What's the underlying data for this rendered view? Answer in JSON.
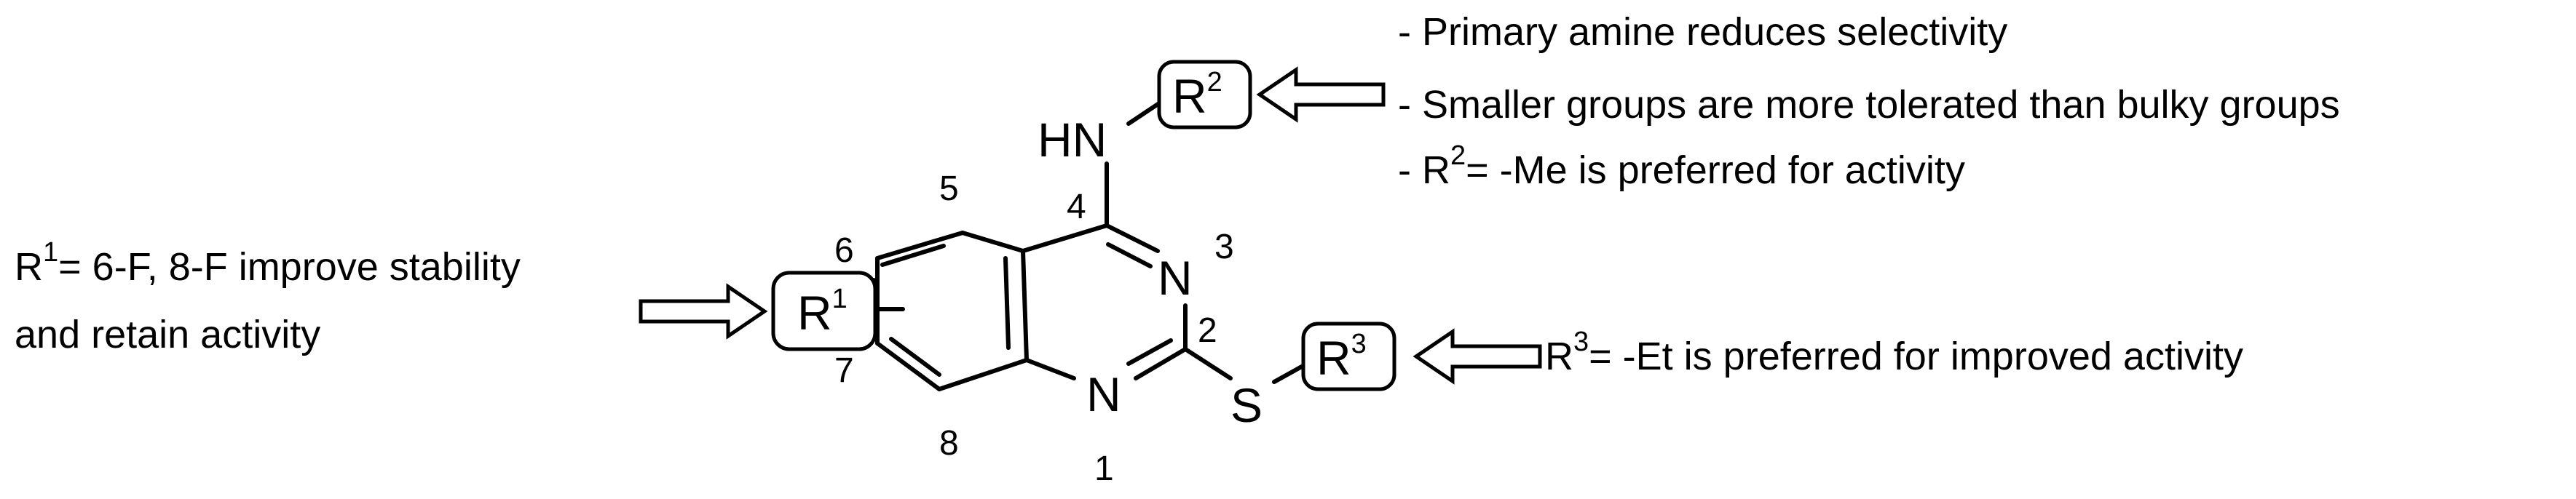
{
  "molecule": {
    "atoms": {
      "hn": "HN",
      "n3": "N",
      "n1": "N",
      "s": "S"
    },
    "positions": {
      "p1": "1",
      "p2": "2",
      "p3": "3",
      "p4": "4",
      "p5": "5",
      "p6": "6",
      "p7": "7",
      "p8": "8"
    },
    "substituents": {
      "r1": {
        "letter": "R",
        "index": "1"
      },
      "r2": {
        "letter": "R",
        "index": "2"
      },
      "r3": {
        "letter": "R",
        "index": "3"
      }
    }
  },
  "annotations": {
    "r2_notes": [
      "- Primary amine reduces selectivity",
      "- Smaller groups are more tolerated than bulky groups"
    ],
    "r2_pref": {
      "prefix": "- R",
      "sup": "2",
      "suffix": "= -Me is preferred for  activity"
    },
    "r1_note": {
      "prefix": "R",
      "sup": "1",
      "line1_suffix": "= 6-F, 8-F improve stability",
      "line2": "and retain activity"
    },
    "r3_note": {
      "prefix": "R",
      "sup": "3",
      "suffix": "= -Et is preferred for improved activity"
    }
  }
}
